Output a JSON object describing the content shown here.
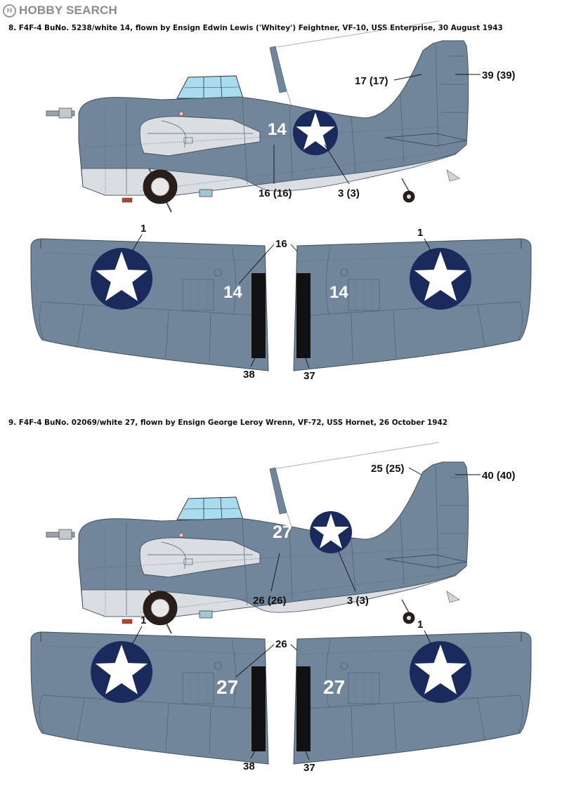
{
  "site": {
    "logo_text": "HOBBY SEARCH"
  },
  "colors": {
    "sea_blue_gray": "#71869a",
    "light_gray_belly": "#dadee2",
    "insignia_blue": "#1a2a5c",
    "walkway_black": "#111111",
    "canopy_blue": "#a9dcef",
    "tire_black": "#2a1e1b",
    "code_white": "#ffffff"
  },
  "profiles": [
    {
      "caption": "8. F4F-4 BuNo. 5238/white 14, flown by Ensign Edwin Lewis ('Whitey') Feightner, VF-10, USS Enterprise, 30 August 1943",
      "aircraft_number": "14",
      "callouts": {
        "fuselage": [
          "17 (17)",
          "39 (39)",
          "16 (16)",
          "3 (3)"
        ],
        "left_wing": [
          "1",
          "16",
          "38"
        ],
        "right_wing": [
          "1",
          "37"
        ]
      }
    },
    {
      "caption": "9. F4F-4 BuNo. 02069/white 27, flown by Ensign George Leroy Wrenn, VF-72, USS Hornet, 26 October 1942",
      "aircraft_number": "27",
      "callouts": {
        "fuselage": [
          "25 (25)",
          "40 (40)",
          "26 (26)",
          "3 (3)"
        ],
        "left_wing": [
          "1",
          "26",
          "38"
        ],
        "right_wing": [
          "1",
          "37"
        ]
      }
    }
  ]
}
